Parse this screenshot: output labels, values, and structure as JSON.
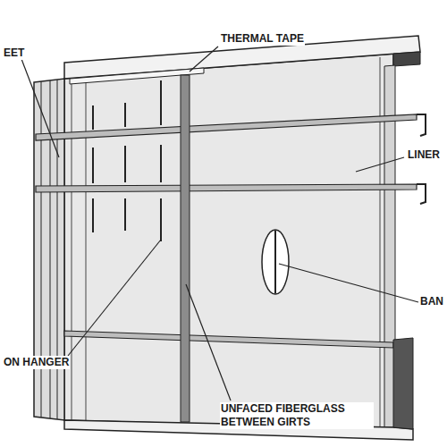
{
  "diagram": {
    "labels": [
      "THERMAL TAPE",
      "EET",
      "LINER",
      "BAN",
      "ON HANGER",
      "UNFACED FIBERGLASS BETWEEN GIRTS"
    ]
  }
}
